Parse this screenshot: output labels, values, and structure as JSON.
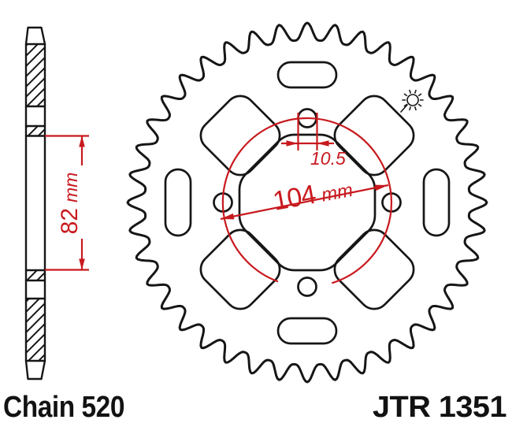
{
  "colors": {
    "ink": "#161616",
    "accent_red": "#c8191e",
    "background": "#ffffff"
  },
  "footer": {
    "chain_label": "Chain 520",
    "part_number": "JTR 1351"
  },
  "dimensions": {
    "width_82": {
      "value": "82",
      "unit": "mm"
    },
    "bolt_circle_104": {
      "value": "104",
      "unit": "mm"
    },
    "hole_10_5": {
      "value": "10.5"
    }
  },
  "icons": {
    "shine": "starburst-icon"
  }
}
